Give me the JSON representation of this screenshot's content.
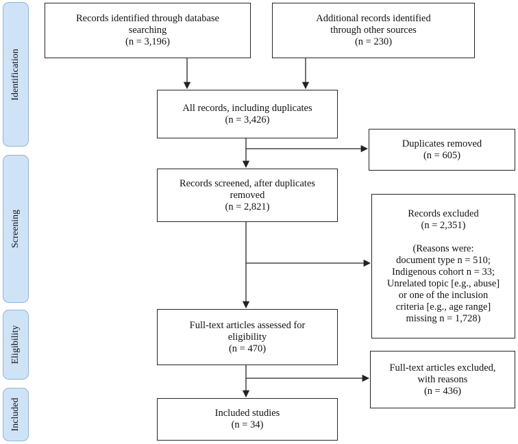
{
  "phases": {
    "identification": "Identification",
    "screening": "Screening",
    "eligibility": "Eligibility",
    "included": "Included"
  },
  "boxes": {
    "database": {
      "line1": "Records identified through database",
      "line2": "searching",
      "count": "(n = 3,196)"
    },
    "other_sources": {
      "line1": "Additional records identified",
      "line2": "through other sources",
      "count": "(n = 230)"
    },
    "all_records": {
      "line1": "All records, including duplicates",
      "count": "(n = 3,426)"
    },
    "duplicates_removed": {
      "line1": "Duplicates removed",
      "count": "(n = 605)"
    },
    "screened": {
      "line1": "Records screened, after duplicates",
      "line2": "removed",
      "count": "(n = 2,821)"
    },
    "excluded": {
      "line1": "Records excluded",
      "count": "(n = 2,351)",
      "reasons": [
        "(Reasons were:",
        "document type n = 510;",
        "Indigenous cohort n = 33;",
        "Unrelated topic [e.g., abuse]",
        "or one of the inclusion",
        "criteria [e.g., age range]",
        "missing n = 1,728)"
      ]
    },
    "fulltext_assessed": {
      "line1": "Full-text articles assessed for",
      "line2": "eligibility",
      "count": "(n = 470)"
    },
    "fulltext_excluded": {
      "line1": "Full-text articles excluded,",
      "line2": "with reasons",
      "count": "(n = 436)"
    },
    "included": {
      "line1": "Included studies",
      "count": "(n = 34)"
    }
  }
}
